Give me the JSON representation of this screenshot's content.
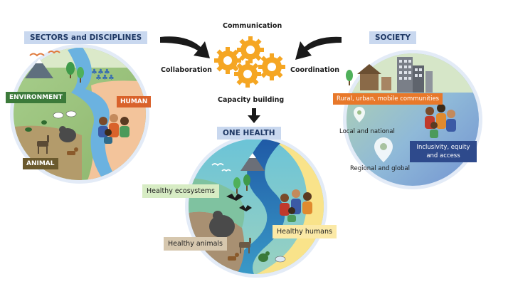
{
  "diagram": {
    "sectors": {
      "title": "SECTORS and DISCIPLINES",
      "environment": "ENVIRONMENT",
      "human": "HUMAN",
      "animal": "ANIMAL"
    },
    "center": {
      "communication": "Communication",
      "collaboration": "Collaboration",
      "coordination": "Coordination",
      "capacity": "Capacity building"
    },
    "society": {
      "title": "SOCIETY",
      "communities": "Rural, urban, mobile communities",
      "local": "Local and national",
      "regional": "Regional and global",
      "inclusivity_line1": "Inclusivity, equity",
      "inclusivity_line2": "and access"
    },
    "one_health": {
      "title": "ONE HEALTH",
      "ecosystems": "Healthy ecosystems",
      "humans": "Healthy humans",
      "animals": "Healthy animals"
    }
  },
  "colors": {
    "banner_bg": "#c9d8ef",
    "banner_text": "#1f3864",
    "gear": "#f5a623",
    "arrow": "#1a1a1a",
    "environment_tag": "#3c7a3a",
    "human_tag": "#d9622b",
    "animal_tag": "#6b5a2e",
    "communities_tag": "#e8782a",
    "inclusivity_tag": "#2e4a8c",
    "ecosystems_box": "#d7ecc4",
    "humans_box": "#fbe9a6",
    "animals_box": "#d6c7ae"
  },
  "icons": [
    "gear-icon",
    "arrow-icon",
    "mountain-icon",
    "tree-icon",
    "bird-icon",
    "gorilla-icon",
    "deer-icon",
    "dog-icon",
    "goat-icon",
    "chicken-icon",
    "fish-icon",
    "bat-icon",
    "people-icon",
    "house-icon",
    "building-icon",
    "location-pin-icon"
  ]
}
